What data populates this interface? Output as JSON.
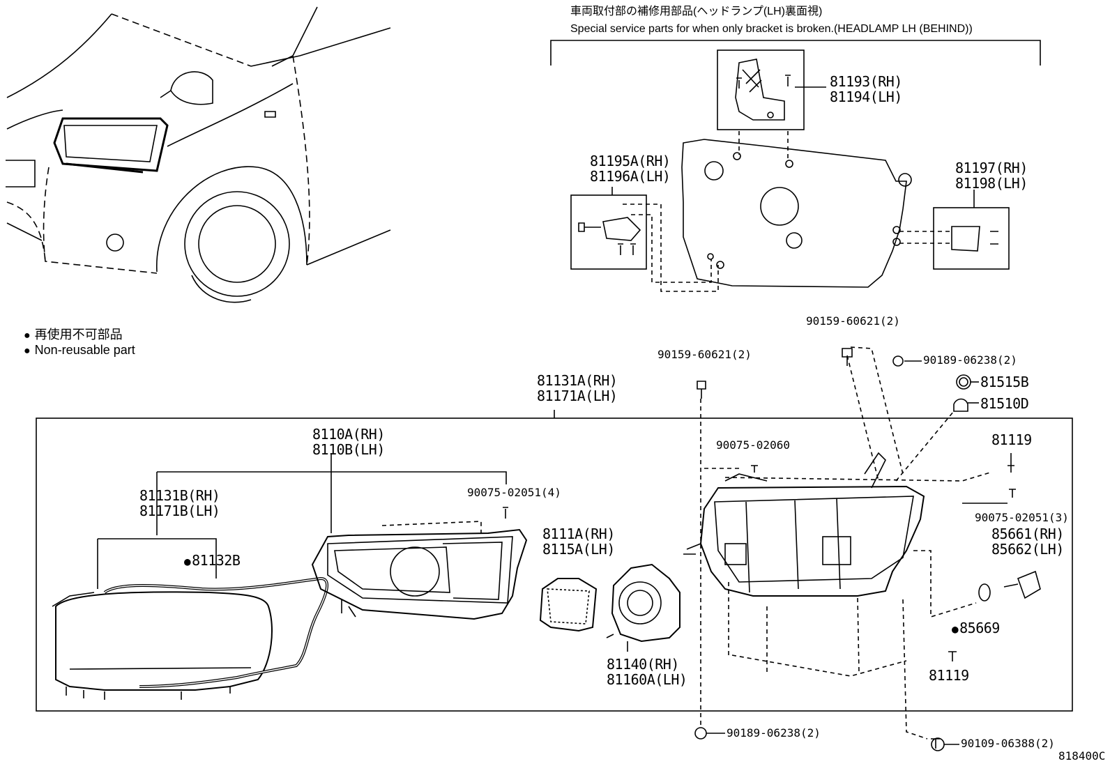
{
  "header": {
    "jp_title": "車両取付部の補修用部品(ヘッドランプ(LH)裏面視)",
    "en_title": "Special service parts for when only bracket is broken.(HEADLAMP LH (BEHIND))"
  },
  "legend": {
    "jp": "再使用不可部品",
    "en": "Non-reusable part",
    "bullet": "●"
  },
  "parts": {
    "p81193": [
      "81193(RH)",
      "81194(LH)"
    ],
    "p81195": [
      "81195A(RH)",
      "81196A(LH)"
    ],
    "p81197": [
      "81197(RH)",
      "81198(LH)"
    ],
    "p90159_top": "90159-60621(2)",
    "p90159_left": "90159-60621(2)",
    "p90189_top": "90189-06238(2)",
    "p81515": "81515B",
    "p81510": "81510D",
    "p81131A": [
      "81131A(RH)",
      "81171A(LH)"
    ],
    "p8110A": [
      "8110A(RH)",
      "8110B(LH)"
    ],
    "p90075_20060": "90075-02060",
    "p81119_top": "81119",
    "p81131B": [
      "81131B(RH)",
      "81171B(LH)"
    ],
    "p90075_4": "90075-02051(4)",
    "p90075_3": "90075-02051(3)",
    "p85661": [
      "85661(RH)",
      "85662(LH)"
    ],
    "p81132": "81132B",
    "p8111A": [
      "8111A(RH)",
      "8115A(LH)"
    ],
    "p85669": "85669",
    "p81140": [
      "81140(RH)",
      "81160A(LH)"
    ],
    "p81119_bottom": "81119",
    "p90189_bottom": "90189-06238(2)",
    "p90109": "90109-06388(2)",
    "diagram_code": "818400C"
  }
}
